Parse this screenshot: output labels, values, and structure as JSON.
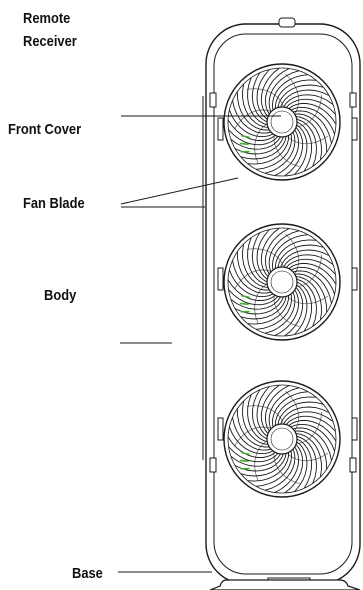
{
  "labels": {
    "remote_receiver_line1": "Remote",
    "remote_receiver_line2": "Receiver",
    "front_cover": "Front Cover",
    "fan_blade": "Fan Blade",
    "body": "Body",
    "base": "Base"
  },
  "colors": {
    "line": "#1a1a1a",
    "accent": "#3fae2a"
  }
}
